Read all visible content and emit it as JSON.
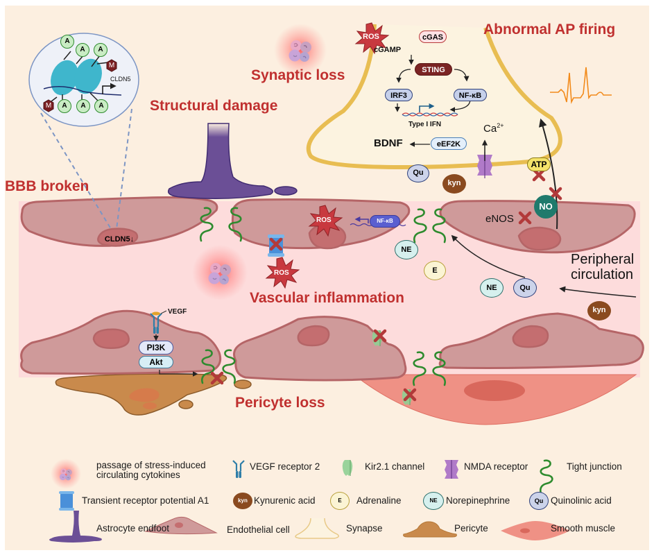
{
  "colors": {
    "background": "#fcefe0",
    "vessel_band": "#fddcdc",
    "endothelial_fill": "#cf9a9a",
    "endothelial_stroke": "#b56567",
    "nucleus_fill": "#c46e70",
    "title_red": "#c0302f",
    "synapse_stroke": "#e8bd52",
    "astrocyte": "#6b4f96",
    "pericyte": "#c98a4c",
    "smooth_muscle": "#ef9185",
    "tight_junction": "#2e8b2e",
    "ros": "#c8393f",
    "sting": "#7b2424",
    "kyn": "#8a4a1f",
    "no_circle": "#1f7a6c"
  },
  "headings": {
    "bbb_broken": "BBB broken",
    "structural_damage": "Structural damage",
    "synaptic_loss": "Synaptic loss",
    "abnormal_ap_firing": "Abnormal AP firing",
    "vascular_inflammation": "Vascular inflammation",
    "pericyte_loss": "Pericyte loss",
    "peripheral_circulation_line1": "Peripheral",
    "peripheral_circulation_line2": "circulation"
  },
  "chromatin_inset": {
    "acetyl_label": "A",
    "methyl_label": "M",
    "gene_label": "CLDN5"
  },
  "synapse": {
    "ros": "ROS",
    "cgas": "cGAS",
    "cgamp": "cGAMP",
    "sting": "STING",
    "irf3": "IRF3",
    "nfkb": "NF-κB",
    "type1_ifn": "Type I IFN",
    "bdnf": "BDNF",
    "eef2k": "eEF2K",
    "calcium": "Ca",
    "calcium_sup": "2+",
    "atp": "ATP",
    "qu": "Qu",
    "kyn": "kyn"
  },
  "vessel": {
    "cldn5_down": "CLDN5↓",
    "ros_1": "ROS",
    "ros_2": "ROS",
    "nfkb": "NF-κB",
    "ne_1": "NE",
    "e": "E",
    "ne_2": "NE",
    "qu": "Qu",
    "kyn": "kyn",
    "enos": "eNOS",
    "no": "NO",
    "vegf": "VEGF",
    "pi3k": "PI3K",
    "akt": "Akt"
  },
  "legend": {
    "items": [
      {
        "icon": "cytokine-cluster-icon",
        "label_line1": "passage of stress-induced",
        "label_line2": "circulating cytokines"
      },
      {
        "icon": "vegf-receptor-icon",
        "label": "VEGF receptor 2"
      },
      {
        "icon": "kir-channel-icon",
        "label": "Kir2.1 channel"
      },
      {
        "icon": "nmda-receptor-icon",
        "label": "NMDA receptor"
      },
      {
        "icon": "tight-junction-icon",
        "label": "Tight junction"
      },
      {
        "icon": "trpa1-icon",
        "label": "Transient receptor potential A1"
      },
      {
        "icon": "kyn-icon",
        "badge": "kyn",
        "label": "Kynurenic acid"
      },
      {
        "icon": "adrenaline-icon",
        "badge": "E",
        "label": "Adrenaline"
      },
      {
        "icon": "norepinephrine-icon",
        "badge": "NE",
        "label": "Norepinephrine"
      },
      {
        "icon": "quinolinic-icon",
        "badge": "Qu",
        "label": "Quinolinic acid"
      },
      {
        "icon": "astrocyte-endfoot-icon",
        "label": "Astrocyte endfoot"
      },
      {
        "icon": "endothelial-cell-icon",
        "label": "Endothelial cell"
      },
      {
        "icon": "synapse-icon",
        "label": "Synapse"
      },
      {
        "icon": "pericyte-icon",
        "label": "Pericyte"
      },
      {
        "icon": "smooth-muscle-icon",
        "label": "Smooth muscle"
      }
    ]
  }
}
